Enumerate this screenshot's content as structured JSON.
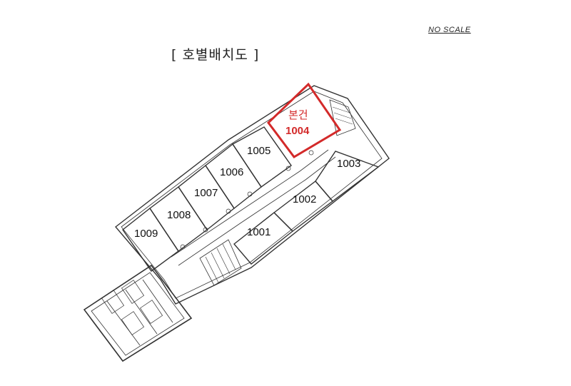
{
  "title": "[ 호별배치도 ]",
  "scale_note": "NO SCALE",
  "units": [
    "1001",
    "1002",
    "1003",
    "1005",
    "1006",
    "1007",
    "1008",
    "1009"
  ],
  "highlight": {
    "line1": "본건",
    "line2": "1004",
    "color": "#d32a2a"
  }
}
